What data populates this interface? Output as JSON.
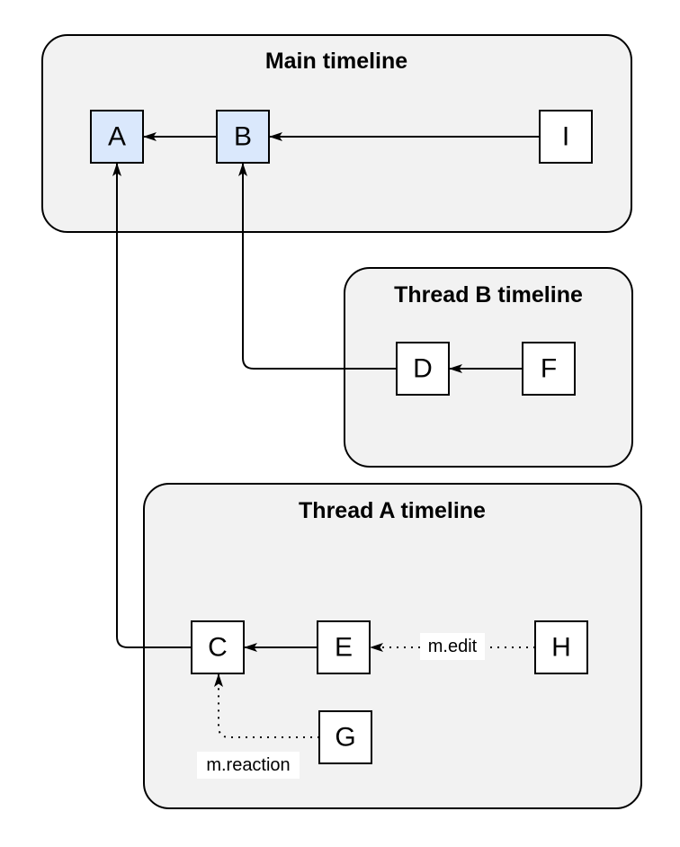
{
  "containers": [
    {
      "id": "main-timeline",
      "title": "Main timeline",
      "nodes": [
        "A",
        "B",
        "I"
      ]
    },
    {
      "id": "thread-b-timeline",
      "title": "Thread B timeline",
      "nodes": [
        "D",
        "F"
      ]
    },
    {
      "id": "thread-a-timeline",
      "title": "Thread A timeline",
      "nodes": [
        "C",
        "E",
        "H",
        "G"
      ]
    }
  ],
  "nodes": {
    "A": {
      "label": "A",
      "highlighted": true
    },
    "B": {
      "label": "B",
      "highlighted": true
    },
    "I": {
      "label": "I",
      "highlighted": false
    },
    "D": {
      "label": "D",
      "highlighted": false
    },
    "F": {
      "label": "F",
      "highlighted": false
    },
    "C": {
      "label": "C",
      "highlighted": false
    },
    "E": {
      "label": "E",
      "highlighted": false
    },
    "H": {
      "label": "H",
      "highlighted": false
    },
    "G": {
      "label": "G",
      "highlighted": false
    }
  },
  "edges": [
    {
      "from": "B",
      "to": "A",
      "style": "solid",
      "label": ""
    },
    {
      "from": "I",
      "to": "B",
      "style": "solid",
      "label": ""
    },
    {
      "from": "D",
      "to": "B",
      "style": "solid",
      "label": ""
    },
    {
      "from": "F",
      "to": "D",
      "style": "solid",
      "label": ""
    },
    {
      "from": "C",
      "to": "A",
      "style": "solid",
      "label": ""
    },
    {
      "from": "E",
      "to": "C",
      "style": "solid",
      "label": ""
    },
    {
      "from": "H",
      "to": "E",
      "style": "dotted",
      "label": "m.edit"
    },
    {
      "from": "G",
      "to": "C",
      "style": "dotted",
      "label": "m.reaction"
    }
  ],
  "colors": {
    "container_fill": "#F2F2F2",
    "node_fill": "#FFFFFF",
    "highlighted_node_fill": "#DAE8FC",
    "stroke": "#000000",
    "label_background": "#FFFFFF",
    "text": "#000000"
  }
}
